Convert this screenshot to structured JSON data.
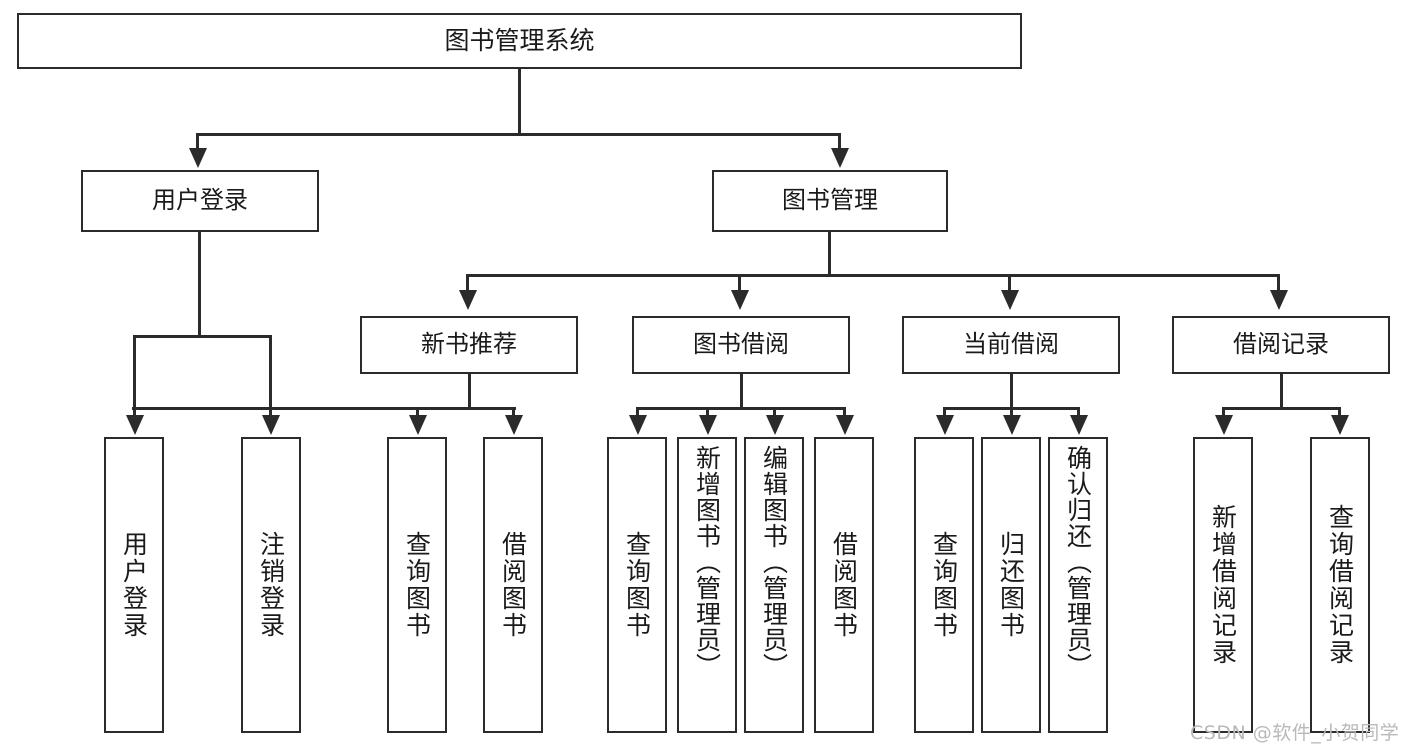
{
  "diagram": {
    "type": "tree-hierarchy",
    "title": "图书管理系统",
    "watermark": "CSDN @软件_小贺同学",
    "colors": {
      "background": "#ffffff",
      "stroke": "#2b2b2b",
      "text": "#1a1a1a",
      "watermark": "#b9b9b9"
    },
    "nodes": {
      "root": {
        "label": "图书管理系统"
      },
      "level2": [
        {
          "id": "user-login",
          "label": "用户登录"
        },
        {
          "id": "book-management",
          "label": "图书管理"
        }
      ],
      "level3": [
        {
          "id": "new-book-recommend",
          "label": "新书推荐"
        },
        {
          "id": "book-borrow",
          "label": "图书借阅"
        },
        {
          "id": "current-borrow",
          "label": "当前借阅"
        },
        {
          "id": "borrow-record",
          "label": "借阅记录"
        }
      ],
      "leaves": {
        "user_login": [
          {
            "id": "leaf-user-login",
            "label": "用户登录"
          },
          {
            "id": "leaf-logout-login",
            "label": "注销登录"
          }
        ],
        "new_book_recommend": [
          {
            "id": "leaf-query-book-1",
            "label": "查询图书"
          },
          {
            "id": "leaf-borrow-book-1",
            "label": "借阅图书"
          }
        ],
        "book_borrow": [
          {
            "id": "leaf-query-book-2",
            "label": "查询图书"
          },
          {
            "id": "leaf-add-book",
            "label": "新增图书（管理员）"
          },
          {
            "id": "leaf-edit-book",
            "label": "编辑图书（管理员）"
          },
          {
            "id": "leaf-borrow-book-2",
            "label": "借阅图书"
          }
        ],
        "current_borrow": [
          {
            "id": "leaf-query-book-3",
            "label": "查询图书"
          },
          {
            "id": "leaf-return-book",
            "label": "归还图书"
          },
          {
            "id": "leaf-confirm-return",
            "label": "确认归还（管理员）"
          }
        ],
        "borrow_record": [
          {
            "id": "leaf-add-borrow-record",
            "label": "新增借阅记录"
          },
          {
            "id": "leaf-query-borrow-record",
            "label": "查询借阅记录"
          }
        ]
      }
    }
  }
}
